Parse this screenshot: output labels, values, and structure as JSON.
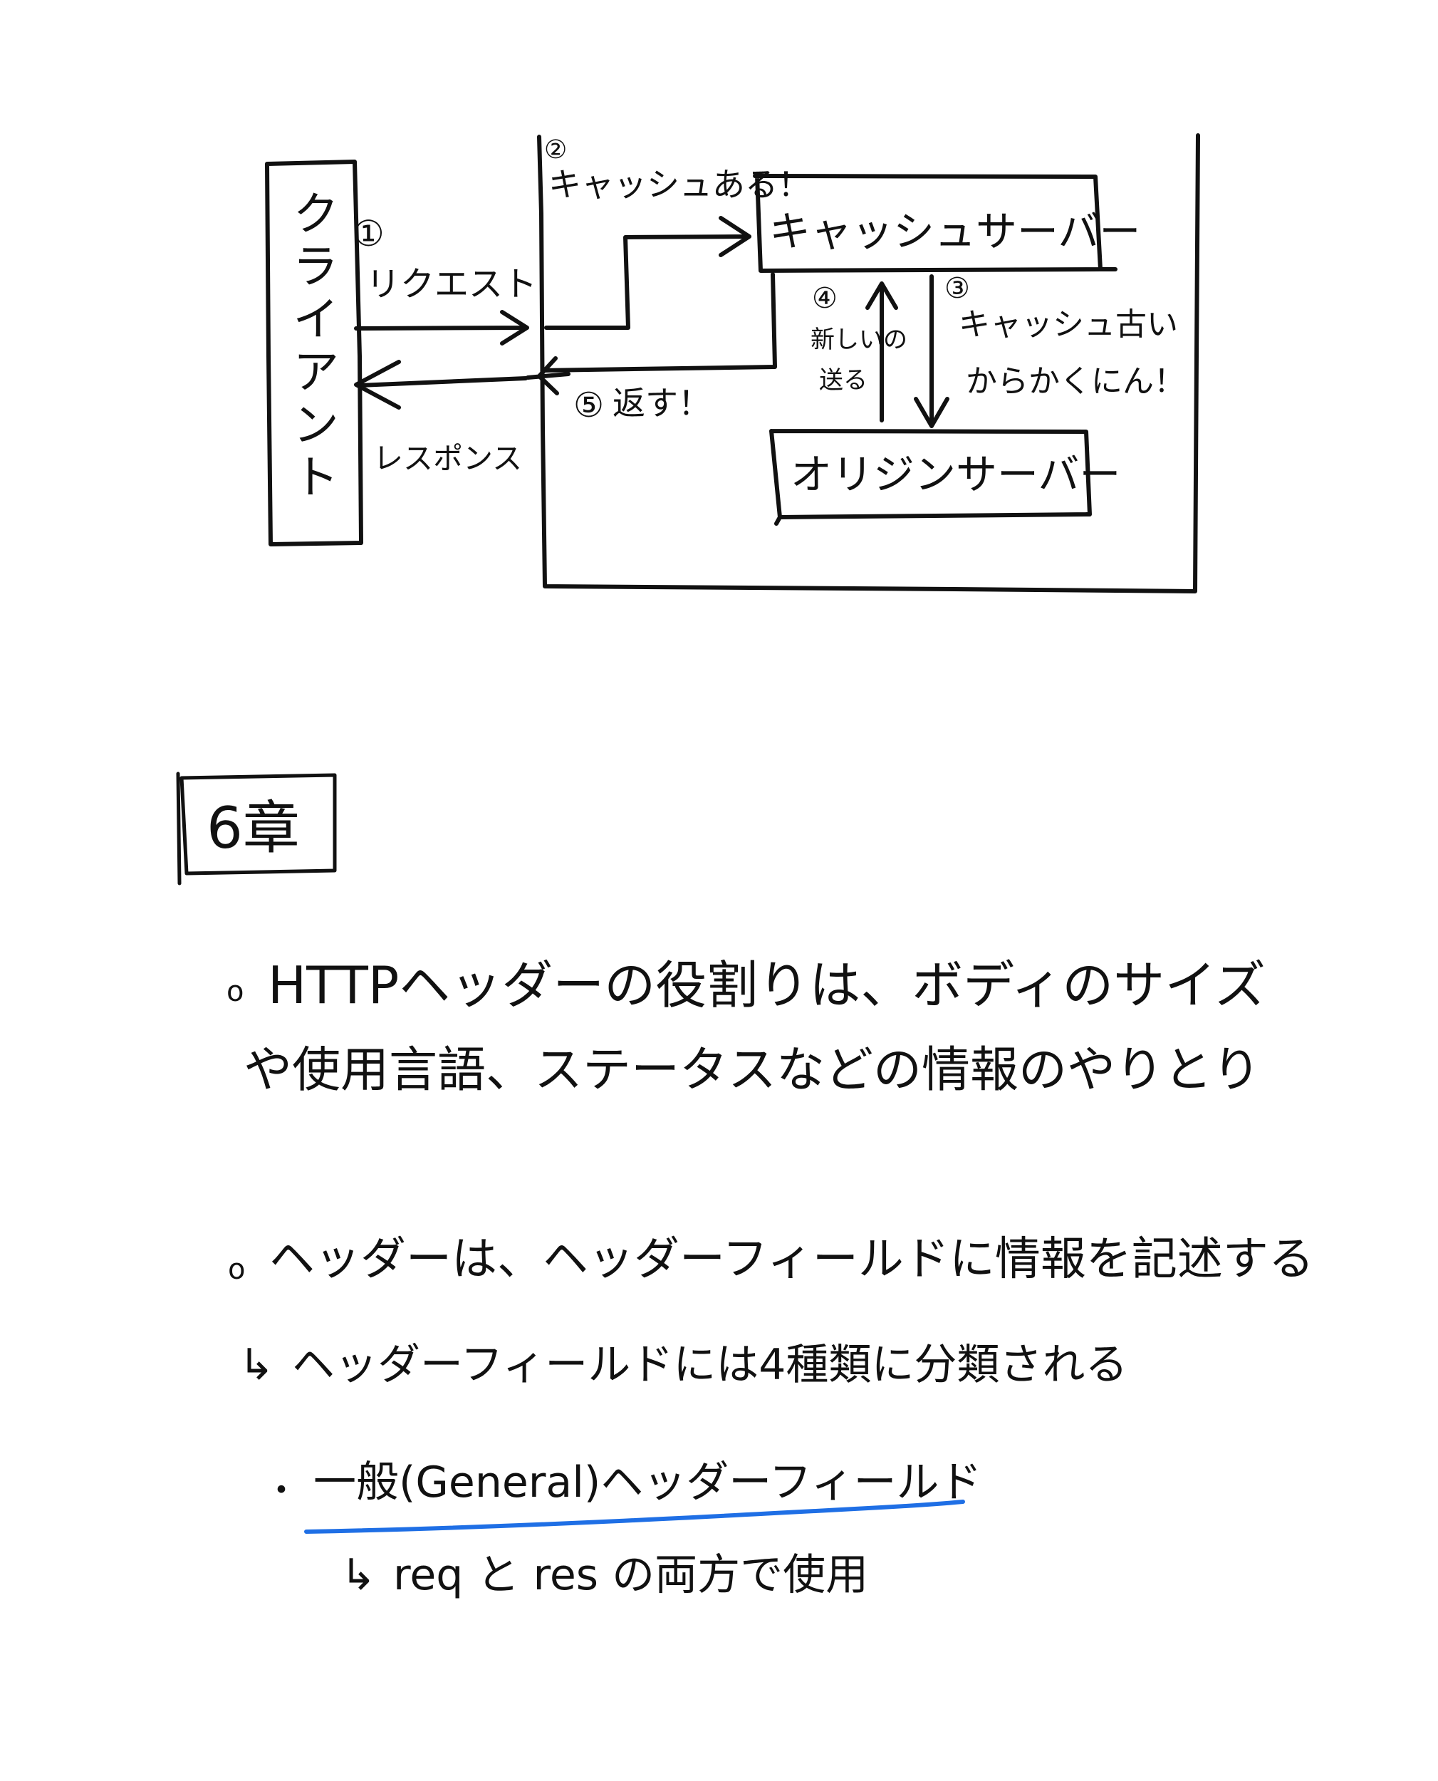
{
  "diagram": {
    "client_label": "クライアント",
    "cache_server_label": "キャッシュサーバー",
    "origin_server_label": "オリジンサーバー",
    "step1_num": "①",
    "step1_label": "リクエスト",
    "step2_num": "②",
    "step2_label": "キャッシュある！",
    "step3_num": "③",
    "step3_line1": "キャッシュ古い",
    "step3_line2": "からかくにん！",
    "step4_num": "④",
    "step4_line1": "新しいの",
    "step4_line2": "送る",
    "step5_num": "⑤",
    "step5_label": "返す！",
    "response_label": "レスポンス"
  },
  "chapter": {
    "title": "6章"
  },
  "notes": {
    "bullet1_line1": "HTTPヘッダーの役割りは、ボディのサイズ",
    "bullet1_line2": "や使用言語、ステータスなどの情報のやりとり",
    "bullet2": "ヘッダーは、ヘッダーフィールドに情報を記述する",
    "arrow_note": "ヘッダーフィールドには4種類に分類される",
    "sub_item": "一般(General)ヘッダーフィールド",
    "sub_item_detail": "req と res の両方で使用",
    "bullet_marker": "o",
    "sub_bullet_marker": "・",
    "arrow_marker": "↳"
  },
  "colors": {
    "ink": "#111111",
    "highlight": "#1f6fe5"
  }
}
